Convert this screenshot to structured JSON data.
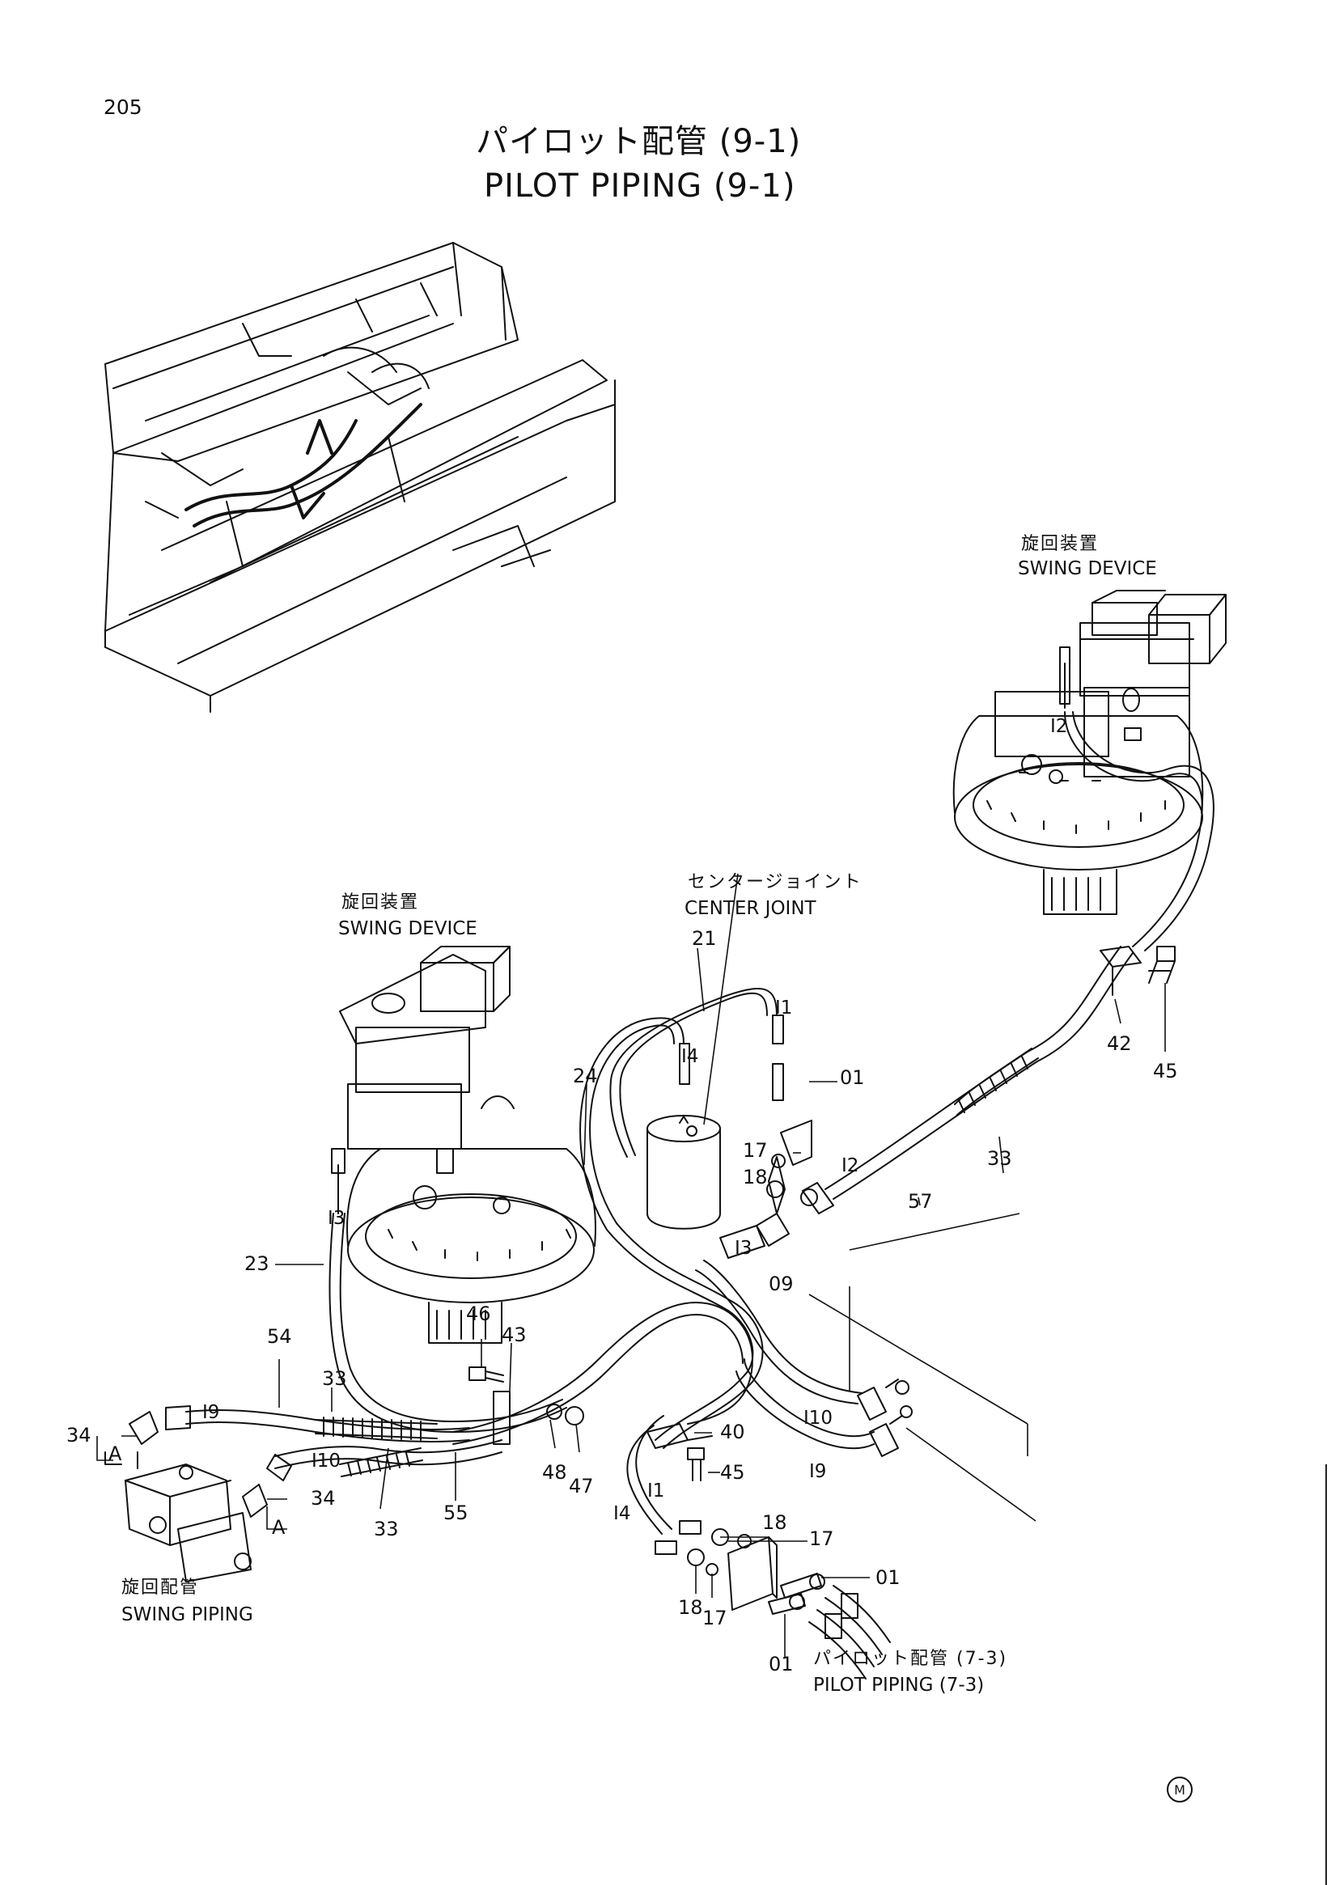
{
  "header": {
    "page_number": "205",
    "title_jp": "パイロット配管 (9-1)",
    "title_en": "PILOT PIPING (9-1)"
  },
  "labels": {
    "swing_device_right_jp": "旋回装置",
    "swing_device_right_en": "SWING DEVICE",
    "swing_device_left_jp": "旋回装置",
    "swing_device_left_en": "SWING DEVICE",
    "center_joint_jp": "センタージョイント",
    "center_joint_en": "CENTER JOINT",
    "swing_piping_jp": "旋回配管",
    "swing_piping_en": "SWING PIPING",
    "pilot_piping_73_jp": "パイロット配管 (7-3)",
    "pilot_piping_73_en": "PILOT PIPING (7-3)",
    "view_a_left": "A",
    "view_a_right": "A"
  },
  "part_numbers": {
    "p21": "21",
    "p24": "24",
    "p01a": "01",
    "p17a": "17",
    "p18a": "18",
    "p09": "09",
    "p57": "57",
    "p33a": "33",
    "p42": "42",
    "p45a": "45",
    "p23": "23",
    "p54": "54",
    "p46": "46",
    "p43": "43",
    "p33b": "33",
    "p34a": "34",
    "p34b": "34",
    "p33c": "33",
    "p55": "55",
    "p48": "48",
    "p47": "47",
    "p40": "40",
    "p45b": "45",
    "p18b": "18",
    "p17b": "17",
    "p18c": "18",
    "p17c": "17",
    "p01b": "01",
    "p01c": "01"
  },
  "line_ids": {
    "l1a": "I1",
    "l4a": "I4",
    "l2a": "I2",
    "l3a": "I3",
    "l3b": "I3",
    "l2b": "I2",
    "l9a": "I9",
    "l10a": "I10",
    "l10b": "I10",
    "l9b": "I9",
    "l1b": "I1",
    "l4b": "I4"
  },
  "badge": "M"
}
